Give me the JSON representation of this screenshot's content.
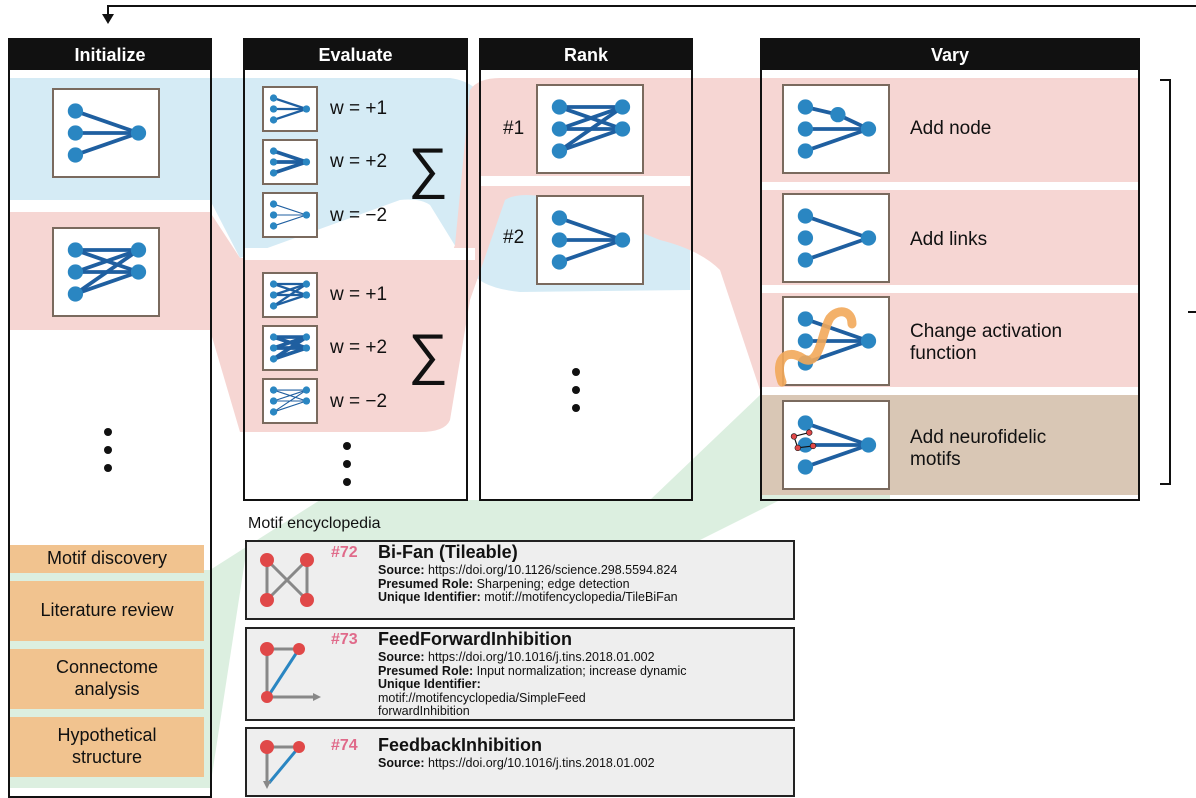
{
  "columns": {
    "initialize": "Initialize",
    "evaluate": "Evaluate",
    "rank": "Rank",
    "vary": "Vary"
  },
  "evaluate": {
    "group1": [
      "w = +1",
      "w = +2",
      "w = −2"
    ],
    "group2": [
      "w = +1",
      "w = +2",
      "w = −2"
    ],
    "sum_symbol": "∑"
  },
  "rank": {
    "first": "#1",
    "second": "#2"
  },
  "vary": {
    "items": [
      "Add node",
      "Add links",
      "Change activation function",
      "Add neurofidelic motifs"
    ]
  },
  "sources": {
    "motif_discovery": "Motif discovery",
    "literature_review": "Literature review",
    "connectome_analysis": "Connectome analysis",
    "hypothetical_structure": "Hypothetical structure"
  },
  "encyclopedia": {
    "title": "Motif encyclopedia",
    "entries": [
      {
        "number": "#72",
        "name": "Bi-Fan (Tileable)",
        "source_label": "Source:",
        "source": "https://doi.org/10.1126/science.298.5594.824",
        "role_label": "Presumed Role:",
        "role": "Sharpening; edge detection",
        "id_label": "Unique Identifier:",
        "id": "motif://motifencyclopedia/TileBiFan"
      },
      {
        "number": "#73",
        "name": "FeedForwardInhibition",
        "source_label": "Source:",
        "source": "https://doi.org/10.1016/j.tins.2018.01.002",
        "role_label": "Presumed Role:",
        "role": "Input normalization; increase dynamic",
        "id_label": "Unique Identifier:",
        "id": "motif://motifencyclopedia/SimpleFeed forwardInhibition"
      },
      {
        "number": "#74",
        "name": "FeedbackInhibition",
        "source_label": "Source:",
        "source": "https://doi.org/10.1016/j.tins.2018.01.002"
      }
    ]
  },
  "colors": {
    "blue_band": "#d5ebf5",
    "red_band": "#f6d6d3",
    "green_band": "#dcefe0",
    "tan_band": "#d9c7b5",
    "node": "#2a86c2",
    "edge": "#1f5fa0",
    "motif_node": "#e04848",
    "activation": "#f2a85a",
    "source_box": "#f1c38f",
    "motif_number": "#e06a8a"
  }
}
